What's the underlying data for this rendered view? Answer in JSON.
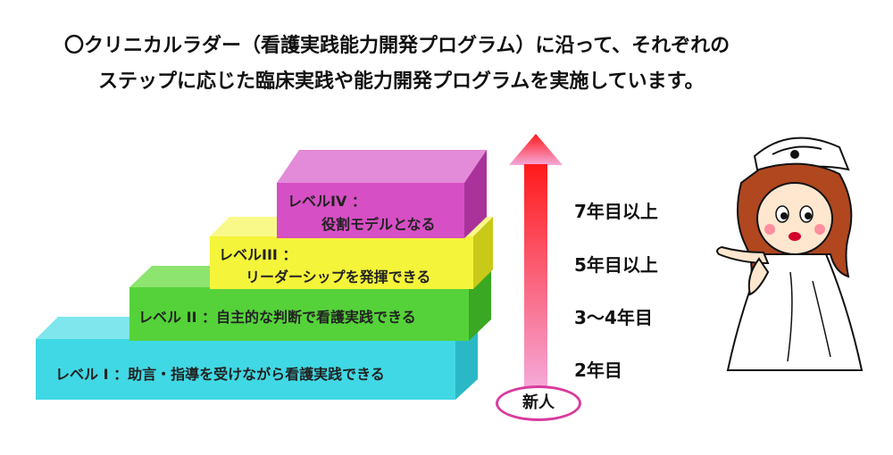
{
  "intro": {
    "line1": "〇クリニカルラダー（看護実践能力開発プログラム）に沿って、それぞれの",
    "line2": "ステップに応じた臨床実践や能力開発プログラムを実施しています。"
  },
  "levels": [
    {
      "label": "レベル I ：助言・指導を受けながら看護実践できる",
      "color": "#40d8e4"
    },
    {
      "label": "レベル II ：自主的な判断で看護実践できる",
      "color": "#55d23a"
    },
    {
      "title": "レベルIII ：",
      "desc": "リーダーシップを発揮できる",
      "color": "#f4f43a"
    },
    {
      "title": "レベルIV ：",
      "desc": "役割モデルとなる",
      "color": "#d64fc4"
    }
  ],
  "years": [
    "2年目",
    "3～4年目",
    "5年目以上",
    "7年目以上"
  ],
  "arrow": {
    "start_label": "新人",
    "top_color": "#ff1a1a",
    "bottom_color": "#f6a8d8"
  }
}
